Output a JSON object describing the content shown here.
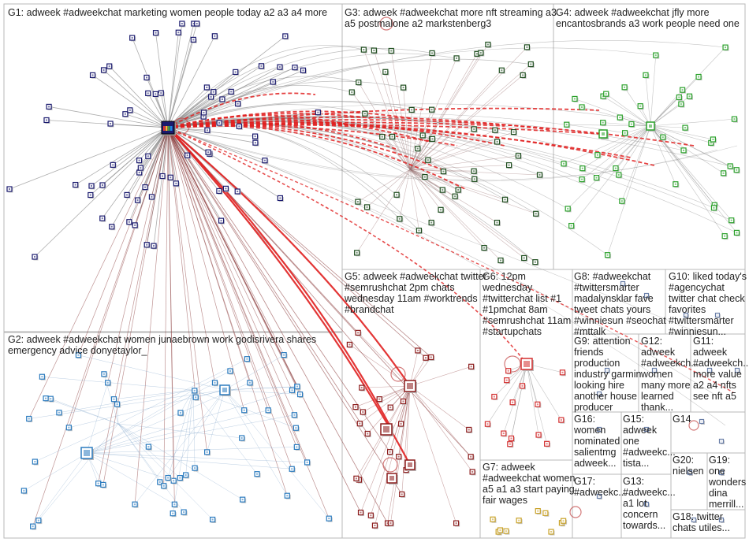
{
  "groups": [
    {
      "id": "g1",
      "label": "G1: adweek #adweekchat marketing women people today a2 a3 a4 more"
    },
    {
      "id": "g2",
      "label": "G2: adweek #adweekchat women junaebrown work godisrivera shares\nemergency advice donyetaylor_"
    },
    {
      "id": "g3",
      "label": "G3: adweek #adweekchat more nft streaming a3\na5 postmalone a2 markstenberg3"
    },
    {
      "id": "g4",
      "label": "G4: adweek #adweekchat jfly more\nencantosbrands a3 work people need one"
    },
    {
      "id": "g5",
      "label": "G5: adweek #adweekchat twitter\n#semrushchat 2pm chats\nwednesday 11am #worktrends\n#brandchat"
    },
    {
      "id": "g6",
      "label": "G6: 12pm\nwednesday\n#twitterchat list #1\n#1pmchat 8am\n#semrushchat 11am\n#startupchats"
    },
    {
      "id": "g7",
      "label": "G7: adweek\n#adweekchat women\na5 a1 a3 start paying\nfair wages"
    },
    {
      "id": "g8",
      "label": "G8: #adweekchat\n#twittersmarter\nmadalynsklar fave\ntweet chats yours\n#winniesun #seochat\n#mttalk"
    },
    {
      "id": "g9",
      "label": "G9: attention\nfriends\nproduction\nindustry garmin\nlooking hire\nanother house\nproducer"
    },
    {
      "id": "g10",
      "label": "G10: liked today's\n#agencychat\ntwitter chat check\nfavorites\n#twittersmarter\n#winniesun..."
    },
    {
      "id": "g11",
      "label": "G11:\nadweek\n#adweekch...\nmore value\na2 a4 nfts\nsee nft a5"
    },
    {
      "id": "g12",
      "label": "G12:\nadweek\n#adweekch...\nwomen\nmany more\nlearned\nthank..."
    },
    {
      "id": "g13",
      "label": "G13:\n#adweekc...\na1 lot\nconcern\ntowards..."
    },
    {
      "id": "g14",
      "label": "G14"
    },
    {
      "id": "g15",
      "label": "G15:\nadweek\none\n#adweekc...\ntista..."
    },
    {
      "id": "g16",
      "label": "G16:\nwomen\nnominated\nsalientmg\nadweek..."
    },
    {
      "id": "g17",
      "label": "G17:\n#adweekc..."
    },
    {
      "id": "g18",
      "label": "G18: twitter\nchats utiles..."
    },
    {
      "id": "g19",
      "label": "G19:\none\nwonders\ndina\nmerrill..."
    },
    {
      "id": "g20",
      "label": "G20:\nnielsen"
    }
  ],
  "colors": {
    "box_border": "#b8b8b8",
    "edge_gray": "#8a8a8a",
    "edge_brown": "#8b3a3a",
    "edge_red": "#e02020",
    "g1_node": "#1a1a6e",
    "g2_node": "#2b7bbf",
    "g3_node": "#1e4d1e",
    "g4_node": "#2aa12a",
    "g5_node": "#8b1a1a",
    "g6_node": "#d32f2f",
    "g7_node": "#c9a227"
  },
  "icons": {
    "adweek_hub": "adweek-logo-icon"
  }
}
